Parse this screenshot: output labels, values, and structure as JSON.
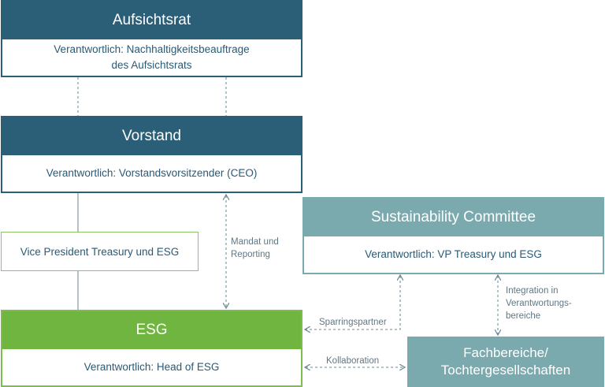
{
  "boxes": {
    "aufsichtsrat": {
      "title": "Aufsichtsrat",
      "line1": "Verantwortlich: Nachhaltigkeitsbeauftrage",
      "line2": "des Aufsichtsrats"
    },
    "vorstand": {
      "title": "Vorstand",
      "responsible": "Verantwortlich: Vorstandsvorsitzender (CEO)"
    },
    "sustainability_committee": {
      "title": "Sustainability Committee",
      "responsible": "Verantwortlich: VP Treasury und ESG"
    },
    "vp_treasury": {
      "title": "Vice President Treasury und ESG"
    },
    "esg": {
      "title": "ESG",
      "responsible": "Verantwortlich: Head of ESG"
    },
    "fachbereiche": {
      "line1": "Fachbereiche/",
      "line2": "Tochtergesellschaften"
    }
  },
  "labels": {
    "mandat_line1": "Mandat und",
    "mandat_line2": "Reporting",
    "sparringspartner": "Sparringspartner",
    "kollaboration": "Kollaboration",
    "integration_line1": "Integration in",
    "integration_line2": "Verantwortungs-",
    "integration_line3": "bereiche"
  },
  "colors": {
    "dark_blue": "#2b5e77",
    "teal": "#7aa9ae",
    "green": "#6fb53f",
    "connector": "#6a8792"
  }
}
